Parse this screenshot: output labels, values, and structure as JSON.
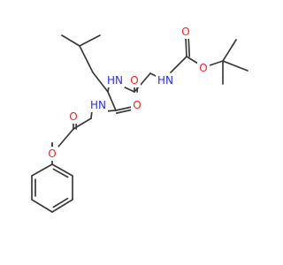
{
  "colors": {
    "bond": "#3a3a3a",
    "carbon_label": "#3a3a3a",
    "oxygen": "#ff2020",
    "nitrogen": "#2a2aff",
    "background": "#ffffff"
  },
  "atom_labels": {
    "o_ester_carbonyl": "O",
    "o_ester_link": "O",
    "n_glycine_amide": "HN",
    "o_leucine_carbonyl": "O",
    "n_leucine_amide": "HN",
    "o_glycine_carbonyl": "O",
    "n_carbamate": "HN",
    "o_carbamate_carbonyl": "O",
    "o_carbamate_link": "O"
  }
}
